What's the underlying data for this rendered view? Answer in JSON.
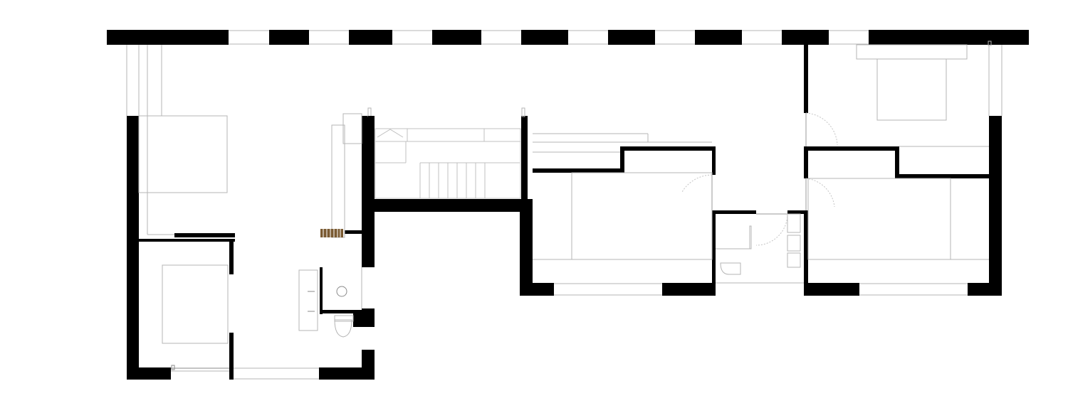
{
  "plan": {
    "type": "architectural floor plan",
    "colors": {
      "wall": "#000000",
      "background": "#ffffff",
      "fixture_line": "#b5b5b5",
      "stair_tread": "#7a5a32"
    },
    "rooms": [
      {
        "id": "bedroom-left",
        "features": [
          "bed"
        ]
      },
      {
        "id": "dressing-room",
        "features": [
          "wardrobe"
        ]
      },
      {
        "id": "hall-stair",
        "features": [
          "staircase",
          "banister"
        ]
      },
      {
        "id": "bathroom-left",
        "features": [
          "double-sink",
          "wc",
          "shower"
        ]
      },
      {
        "id": "bedroom-middle",
        "features": [
          "bed",
          "closet"
        ]
      },
      {
        "id": "wc-middle",
        "features": [
          "wc",
          "shelving"
        ]
      },
      {
        "id": "bedroom-right-top",
        "features": [
          "bed"
        ]
      },
      {
        "id": "bedroom-right-bottom",
        "features": [
          "bed",
          "closet"
        ]
      }
    ]
  }
}
